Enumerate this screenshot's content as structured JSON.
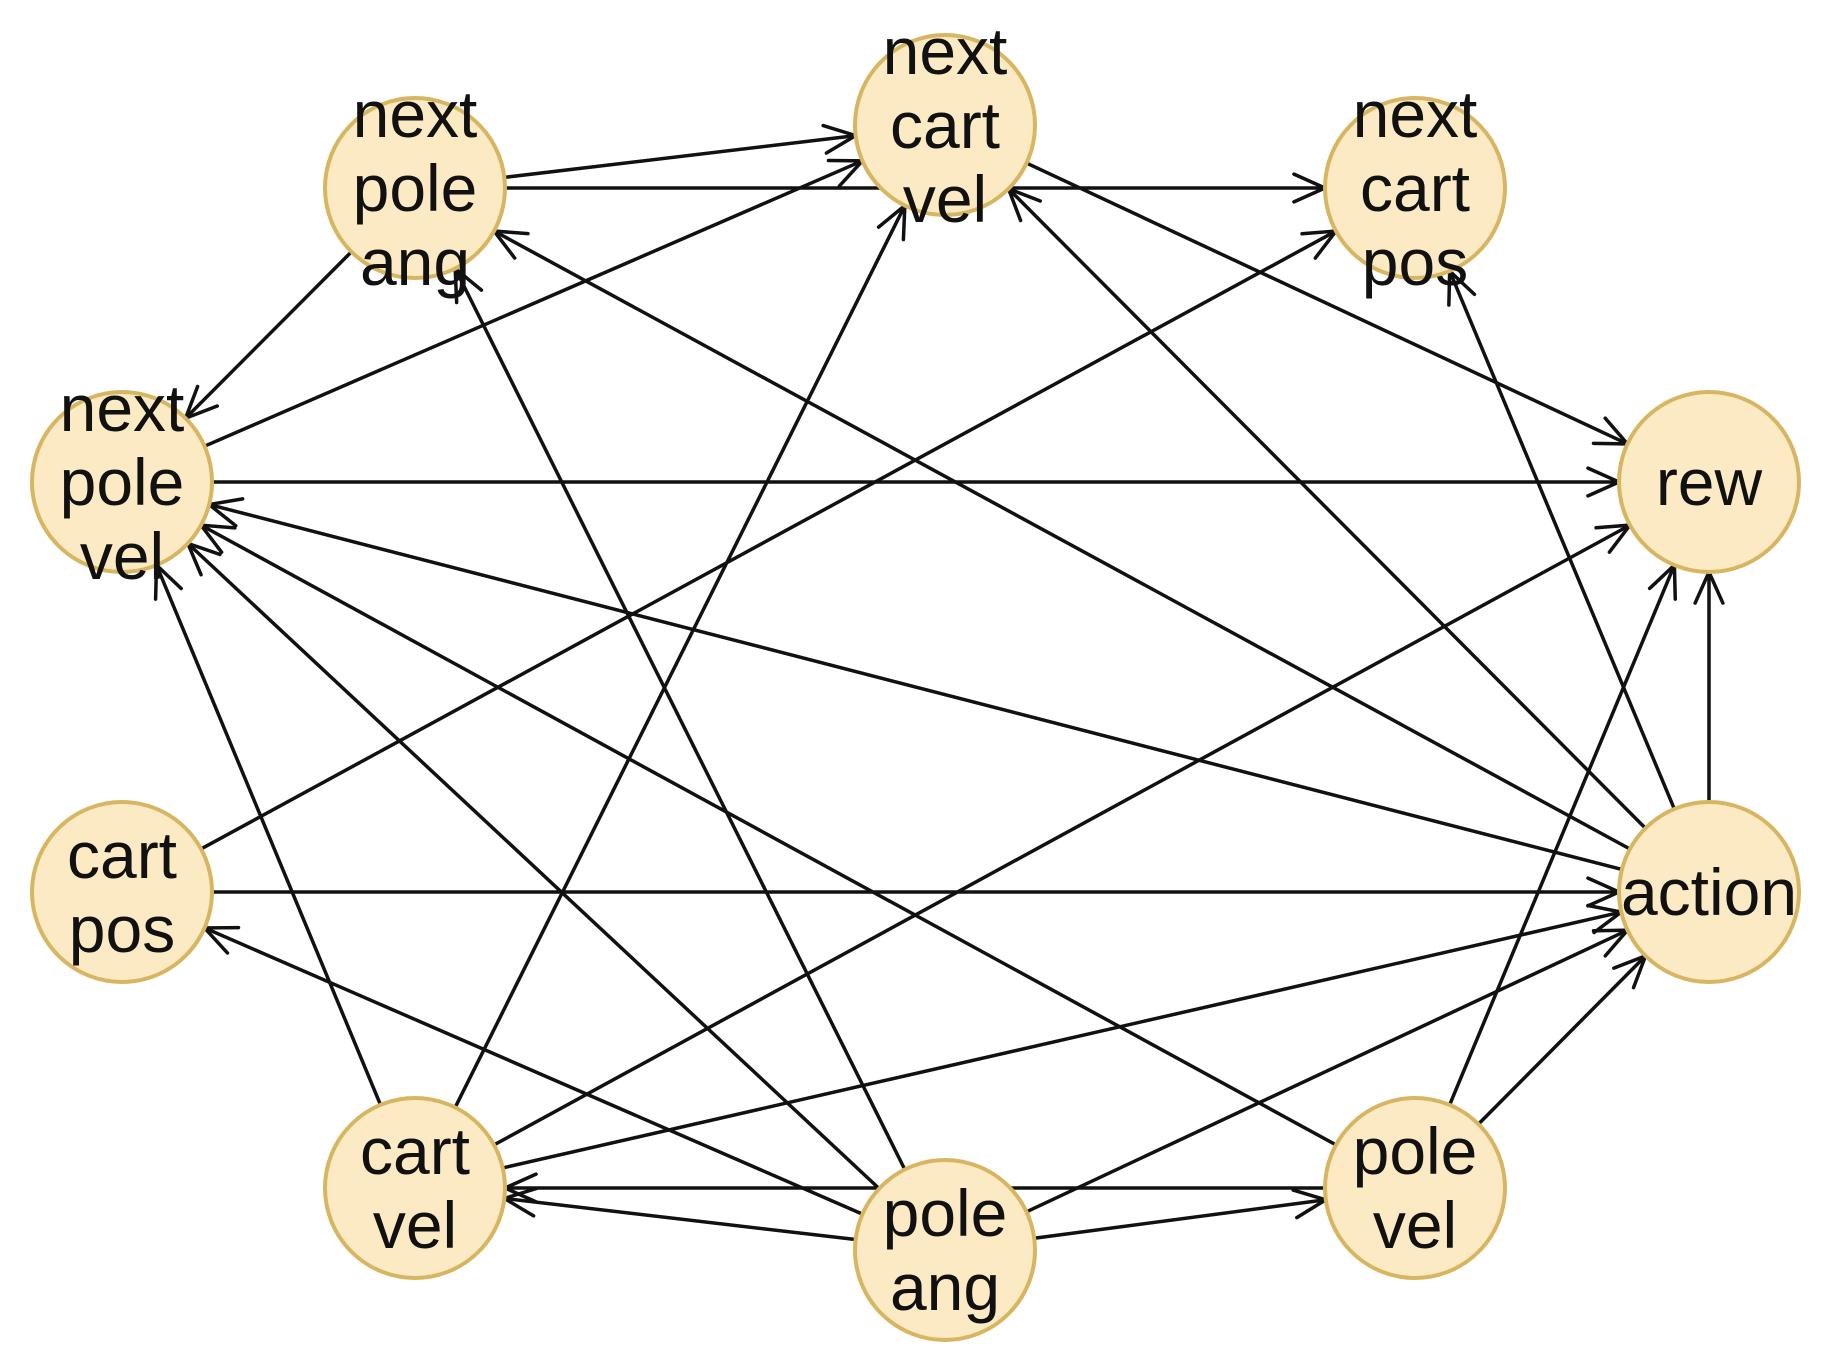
{
  "nodes": [
    {
      "id": "next_pole_ang",
      "lines": [
        "next",
        "pole",
        "ang"
      ]
    },
    {
      "id": "next_cart_vel",
      "lines": [
        "next",
        "cart",
        "vel"
      ]
    },
    {
      "id": "next_cart_pos",
      "lines": [
        "next",
        "cart",
        "pos"
      ]
    },
    {
      "id": "next_pole_vel",
      "lines": [
        "next",
        "pole",
        "vel"
      ]
    },
    {
      "id": "rew",
      "lines": [
        "rew"
      ]
    },
    {
      "id": "cart_pos",
      "lines": [
        "cart",
        "pos"
      ]
    },
    {
      "id": "action",
      "lines": [
        "action"
      ]
    },
    {
      "id": "cart_vel",
      "lines": [
        "cart",
        "vel"
      ]
    },
    {
      "id": "pole_ang",
      "lines": [
        "pole",
        "ang"
      ]
    },
    {
      "id": "pole_vel",
      "lines": [
        "pole",
        "vel"
      ]
    }
  ],
  "edges": [
    {
      "from": "next_pole_ang",
      "to": "next_cart_vel"
    },
    {
      "from": "next_pole_ang",
      "to": "next_cart_pos"
    },
    {
      "from": "next_pole_ang",
      "to": "next_pole_vel"
    },
    {
      "from": "next_cart_vel",
      "to": "rew"
    },
    {
      "from": "next_pole_vel",
      "to": "next_cart_vel"
    },
    {
      "from": "next_pole_vel",
      "to": "rew"
    },
    {
      "from": "cart_pos",
      "to": "next_cart_pos"
    },
    {
      "from": "cart_pos",
      "to": "action"
    },
    {
      "from": "action",
      "to": "rew"
    },
    {
      "from": "action",
      "to": "next_pole_ang"
    },
    {
      "from": "action",
      "to": "next_cart_vel"
    },
    {
      "from": "action",
      "to": "next_pole_vel"
    },
    {
      "from": "action",
      "to": "next_cart_pos"
    },
    {
      "from": "cart_vel",
      "to": "next_cart_vel"
    },
    {
      "from": "cart_vel",
      "to": "next_pole_vel"
    },
    {
      "from": "cart_vel",
      "to": "rew"
    },
    {
      "from": "cart_vel",
      "to": "action"
    },
    {
      "from": "pole_ang",
      "to": "next_pole_ang"
    },
    {
      "from": "pole_ang",
      "to": "next_pole_vel"
    },
    {
      "from": "pole_ang",
      "to": "cart_pos"
    },
    {
      "from": "pole_ang",
      "to": "cart_vel"
    },
    {
      "from": "pole_ang",
      "to": "pole_vel"
    },
    {
      "from": "pole_ang",
      "to": "action"
    },
    {
      "from": "pole_vel",
      "to": "next_pole_vel"
    },
    {
      "from": "pole_vel",
      "to": "cart_vel"
    },
    {
      "from": "pole_vel",
      "to": "rew"
    },
    {
      "from": "pole_vel",
      "to": "action"
    }
  ]
}
